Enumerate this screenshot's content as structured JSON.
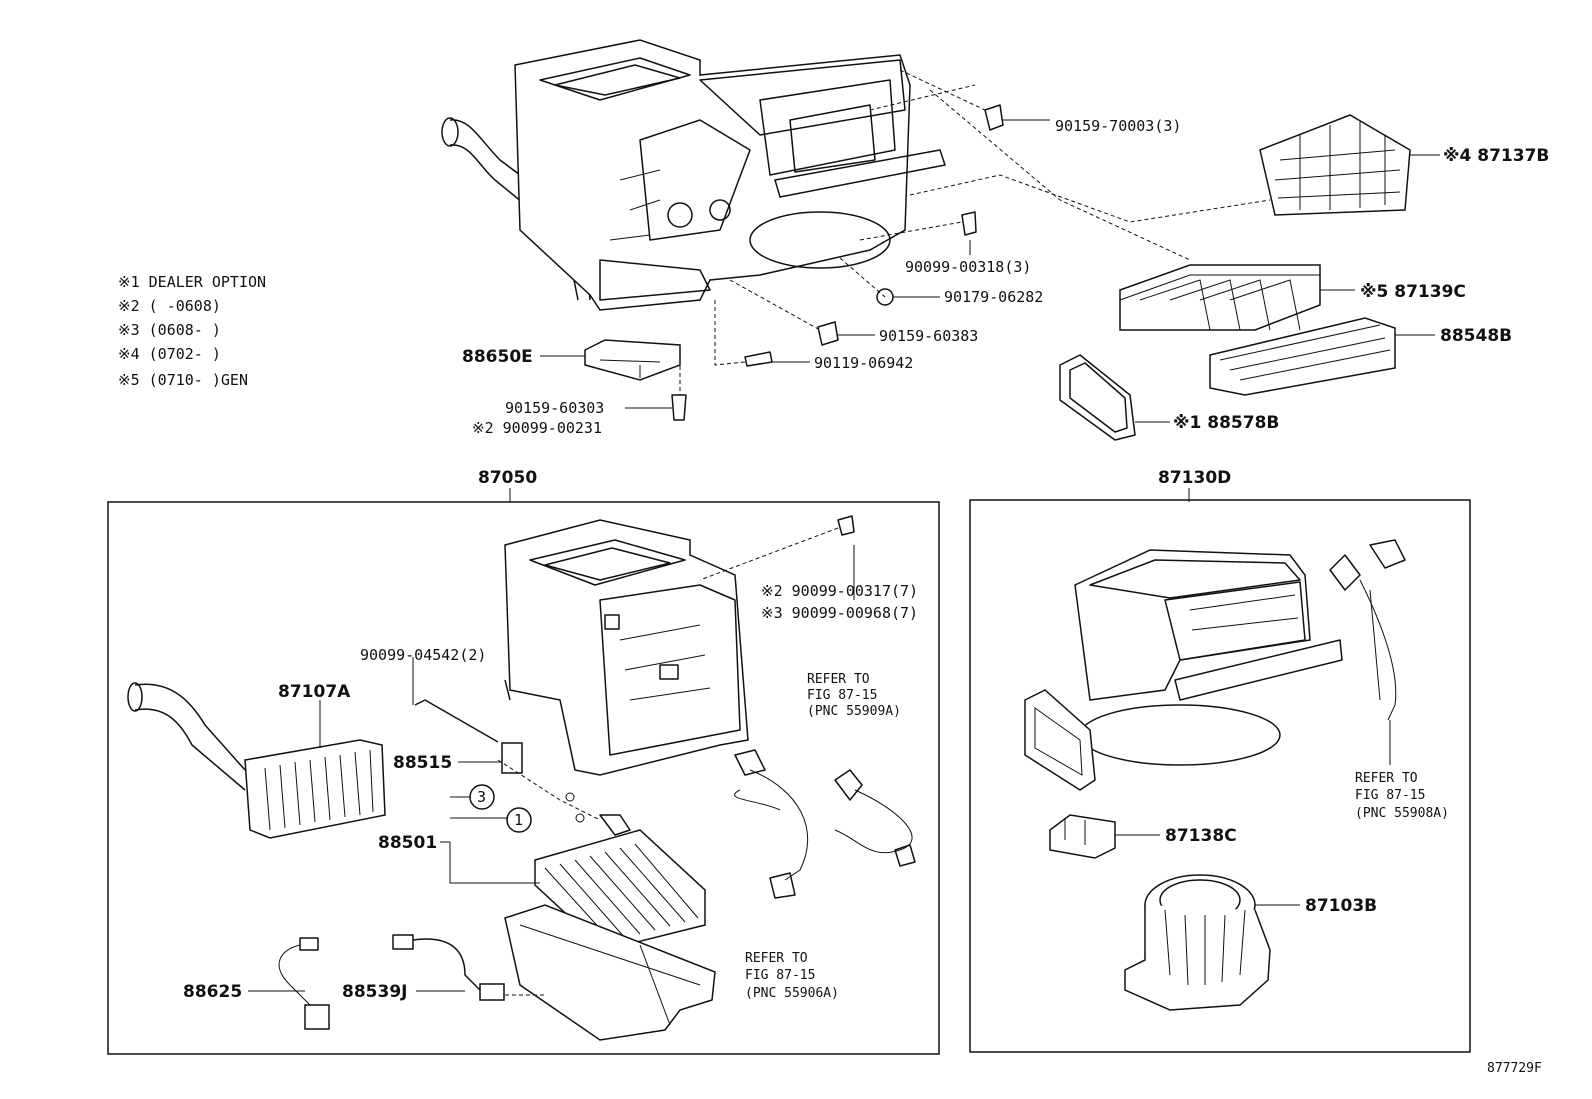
{
  "notes": [
    "※1 DEALER OPTION",
    "※2 (      -0608)",
    "※3 (0608-      )",
    "※4 (0702-      )",
    "※5 (0710-      )GEN"
  ],
  "top_labels": {
    "p90159_70003": "90159-70003(3)",
    "p87137b": "※4 87137B",
    "p90099_00318": "90099-00318(3)",
    "p90179_06282": "90179-06282",
    "p87139c": "※5 87139C",
    "p90159_60383": "90159-60383",
    "p88548b": "88548B",
    "p88650e": "88650E",
    "p90119_06942": "90119-06942",
    "p90159_60303": "90159-60303",
    "p90099_00231": "※2 90099-00231",
    "p88578b": "※1 88578B"
  },
  "left_box": {
    "title": "87050",
    "p90099_00317": "※2 90099-00317(7)",
    "p90099_00968": "※3 90099-00968(7)",
    "p90099_04542": "90099-04542(2)",
    "p87107a": "87107A",
    "p88515": "88515",
    "p88501": "88501",
    "p88625": "88625",
    "p88539j": "88539J",
    "circle_3": "3",
    "circle_1": "1",
    "refer_a": [
      "REFER TO",
      "FIG 87-15",
      "(PNC 55909A)"
    ],
    "refer_b": [
      "REFER TO",
      "FIG 87-15",
      "(PNC 55906A)"
    ]
  },
  "right_box": {
    "title": "87130D",
    "p87138c": "87138C",
    "p87103b": "87103B",
    "refer_c": [
      "REFER TO",
      "FIG 87-15",
      "(PNC 55908A)"
    ]
  },
  "figure_id": "877729F"
}
